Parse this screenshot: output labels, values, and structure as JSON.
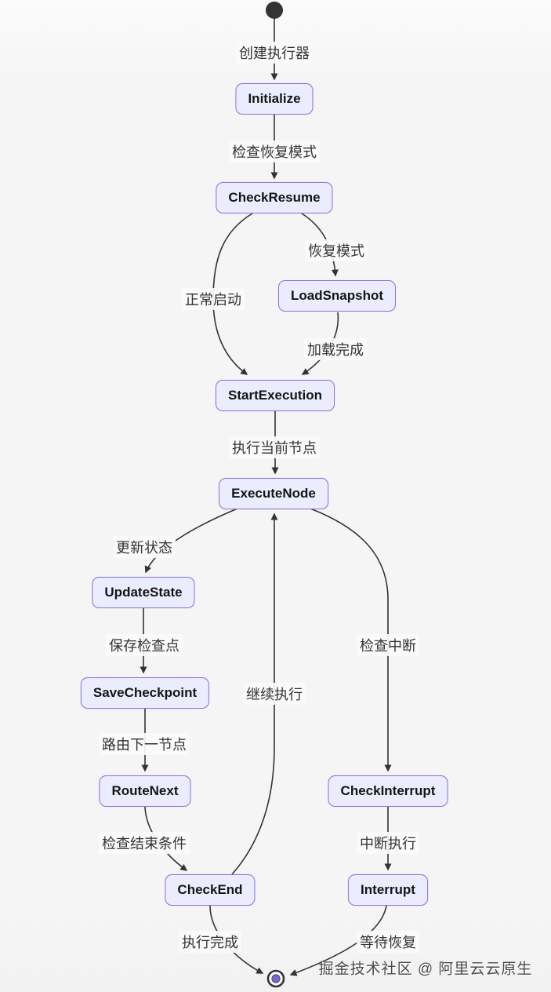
{
  "diagram": {
    "type": "state-diagram",
    "nodes": {
      "initialize": "Initialize",
      "check_resume": "CheckResume",
      "load_snapshot": "LoadSnapshot",
      "start_execution": "StartExecution",
      "execute_node": "ExecuteNode",
      "update_state": "UpdateState",
      "save_checkpoint": "SaveCheckpoint",
      "route_next": "RouteNext",
      "check_interrupt": "CheckInterrupt",
      "check_end": "CheckEnd",
      "interrupt": "Interrupt"
    },
    "edge_labels": {
      "create_executor": "创建执行器",
      "check_resume_mode": "检查恢复模式",
      "normal_start": "正常启动",
      "resume_mode": "恢复模式",
      "load_complete": "加载完成",
      "execute_current": "执行当前节点",
      "update_state": "更新状态",
      "save_checkpoint": "保存检查点",
      "route_next": "路由下一节点",
      "check_end_condition": "检查结束条件",
      "continue_execution": "继续执行",
      "check_interrupt": "检查中断",
      "interrupt_execution": "中断执行",
      "execution_complete": "执行完成",
      "wait_resume": "等待恢复"
    },
    "watermark": "掘金技术社区 @ 阿里云云原生",
    "colors": {
      "node_fill": "#ECECFF",
      "node_border": "#9370DB",
      "edge_stroke": "#333333",
      "start_dot": "#333333",
      "end_inner_dot": "#7B68C9",
      "label_text": "#333333"
    }
  }
}
